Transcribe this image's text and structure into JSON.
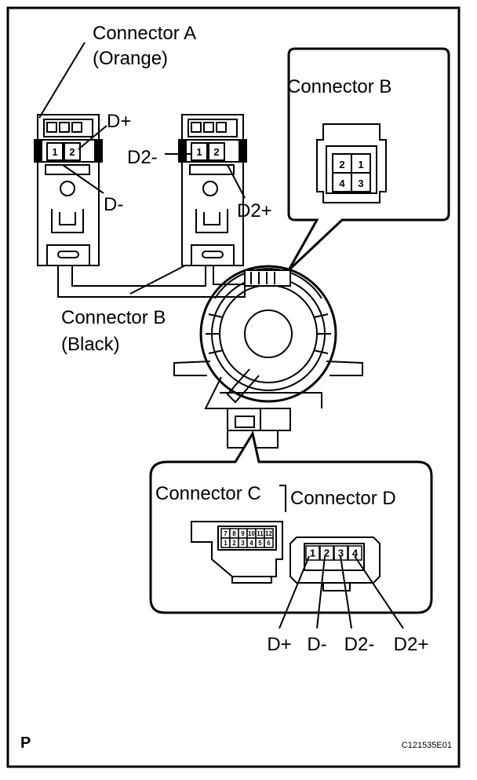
{
  "figure": {
    "connector_a_name": "Connector A",
    "connector_a_color": "(Orange)",
    "connector_b_name": "Connector B",
    "connector_b_color": "(Black)",
    "callout_b_title": "Connector B",
    "callout_cd_title_c": "Connector C",
    "callout_cd_title_d": "Connector D",
    "label_dplus": "D+",
    "label_dminus": "D-",
    "label_d2minus": "D2-",
    "label_d2plus": "D2+",
    "corner_letter": "P",
    "figure_code": "C121535E01"
  },
  "connector_a_pins": [
    "1",
    "2"
  ],
  "connector_b_front_pins": [
    "1",
    "2"
  ],
  "connector_b_view_pins": [
    "2",
    "1",
    "4",
    "3"
  ],
  "connector_c_pins_top": [
    "7",
    "8",
    "9",
    "10",
    "11",
    "12"
  ],
  "connector_c_pins_bottom": [
    "1",
    "2",
    "3",
    "4",
    "5",
    "6"
  ],
  "connector_d_pins": [
    "1",
    "2",
    "3",
    "4"
  ],
  "bottom_labels": [
    "D+",
    "D-",
    "D2-",
    "D2+"
  ]
}
